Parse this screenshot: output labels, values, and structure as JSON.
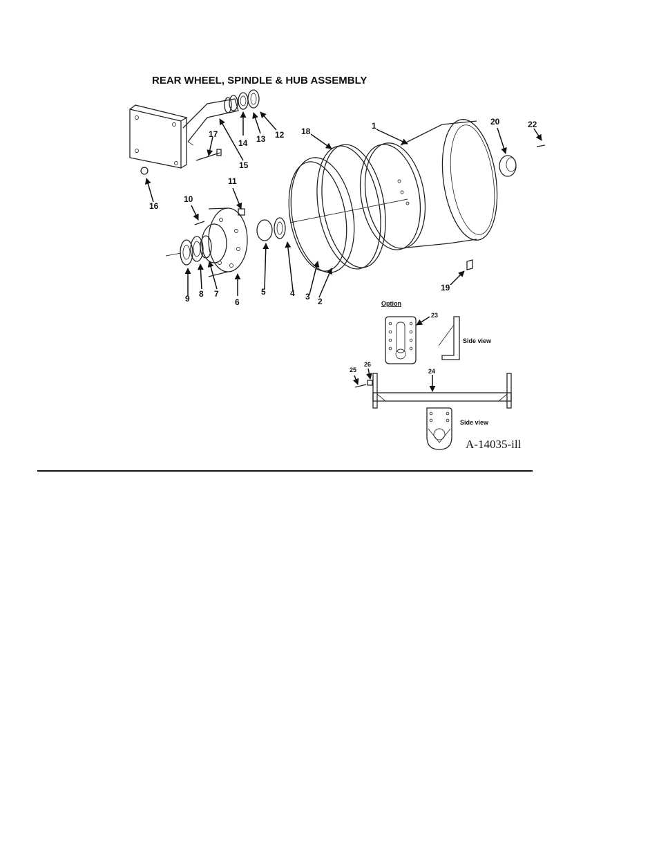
{
  "title": "REAR WHEEL, SPINDLE & HUB ASSEMBLY",
  "option_label": "Option",
  "side_view_label": "Side view",
  "figure_ref": "A-14035-ill",
  "callouts": [
    "1",
    "2",
    "3",
    "4",
    "5",
    "6",
    "7",
    "8",
    "9",
    "10",
    "11",
    "12",
    "13",
    "14",
    "15",
    "16",
    "17",
    "18",
    "19",
    "20",
    "22",
    "23",
    "24",
    "25",
    "26"
  ]
}
